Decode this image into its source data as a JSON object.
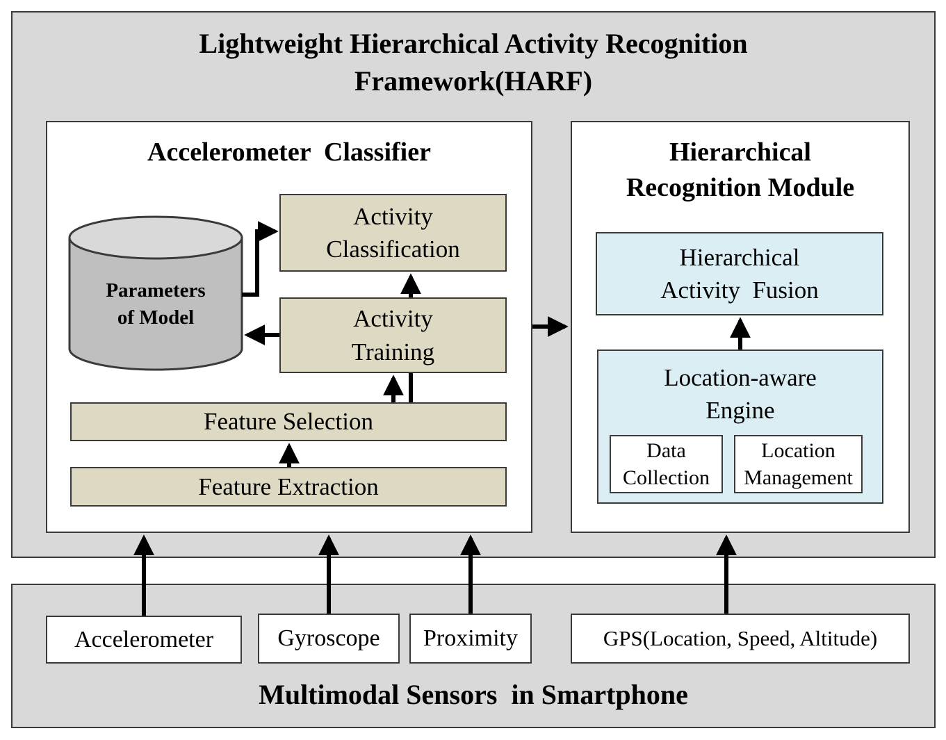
{
  "framework_title_line1": "Lightweight Hierarchical Activity Recognition",
  "framework_title_line2": "Framework(HARF)",
  "accel_classifier": {
    "title": "Accelerometer  Classifier",
    "database_line1": "Parameters",
    "database_line2": "of Model",
    "activity_classification_line1": "Activity",
    "activity_classification_line2": "Classification",
    "activity_training_line1": "Activity",
    "activity_training_line2": "Training",
    "feature_selection": "Feature Selection",
    "feature_extraction": "Feature Extraction"
  },
  "hier_module": {
    "title_line1": "Hierarchical",
    "title_line2": "Recognition Module",
    "fusion_line1": "Hierarchical",
    "fusion_line2": "Activity  Fusion",
    "engine_line1": "Location-aware",
    "engine_line2": "Engine",
    "data_collection_line1": "Data",
    "data_collection_line2": "Collection",
    "location_mgmt_line1": "Location",
    "location_mgmt_line2": "Management"
  },
  "sensors": {
    "title": "Multimodal Sensors  in Smartphone",
    "accelerometer": "Accelerometer",
    "gyroscope": "Gyroscope",
    "proximity": "Proximity",
    "gps": "GPS(Location, Speed, Altitude)"
  },
  "colors": {
    "panel_gray": "#d9d9d9",
    "box_tan": "#ddd9c3",
    "box_blue": "#daeef3",
    "cylinder": "#bfbfbf"
  }
}
